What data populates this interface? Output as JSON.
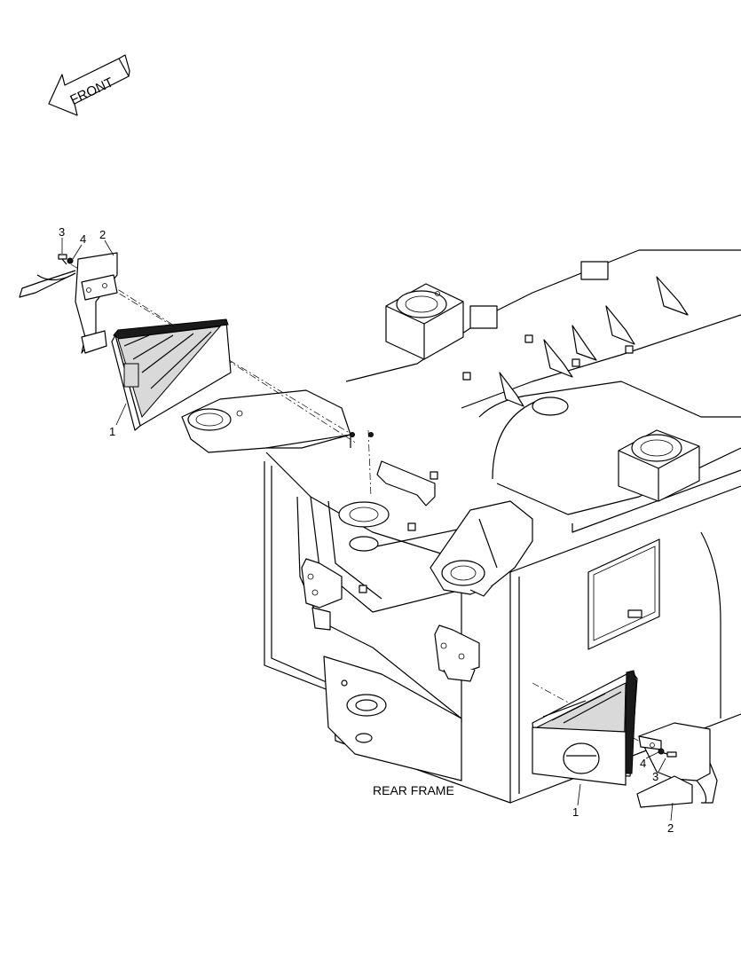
{
  "front_arrow": {
    "label": "FRONT"
  },
  "caption": "REAR FRAME",
  "callouts_left": {
    "c1": "1",
    "c2": "2",
    "c3": "3",
    "c4": "4"
  },
  "callouts_right": {
    "c1": "1",
    "c2": "2",
    "c3": "3",
    "c4": "4"
  }
}
